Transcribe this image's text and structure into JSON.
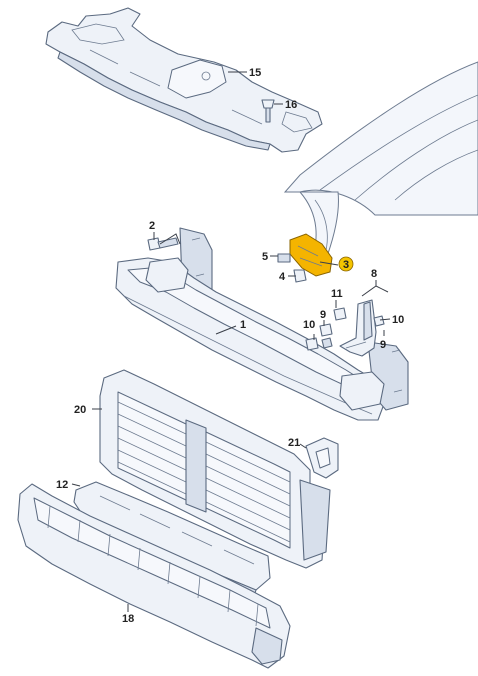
{
  "labels": {
    "p1": "1",
    "p2": "2",
    "p3": "3",
    "p4": "4",
    "p5": "5",
    "p8": "8",
    "p9a": "9",
    "p9b": "9",
    "p10a": "10",
    "p10b": "10",
    "p11": "11",
    "p12": "12",
    "p15": "15",
    "p16": "16",
    "p18": "18",
    "p20": "20",
    "p21": "21"
  },
  "colors": {
    "highlight_part": "#f4b400",
    "part_fill": "#eef2f8",
    "outline": "#5b6a80"
  }
}
